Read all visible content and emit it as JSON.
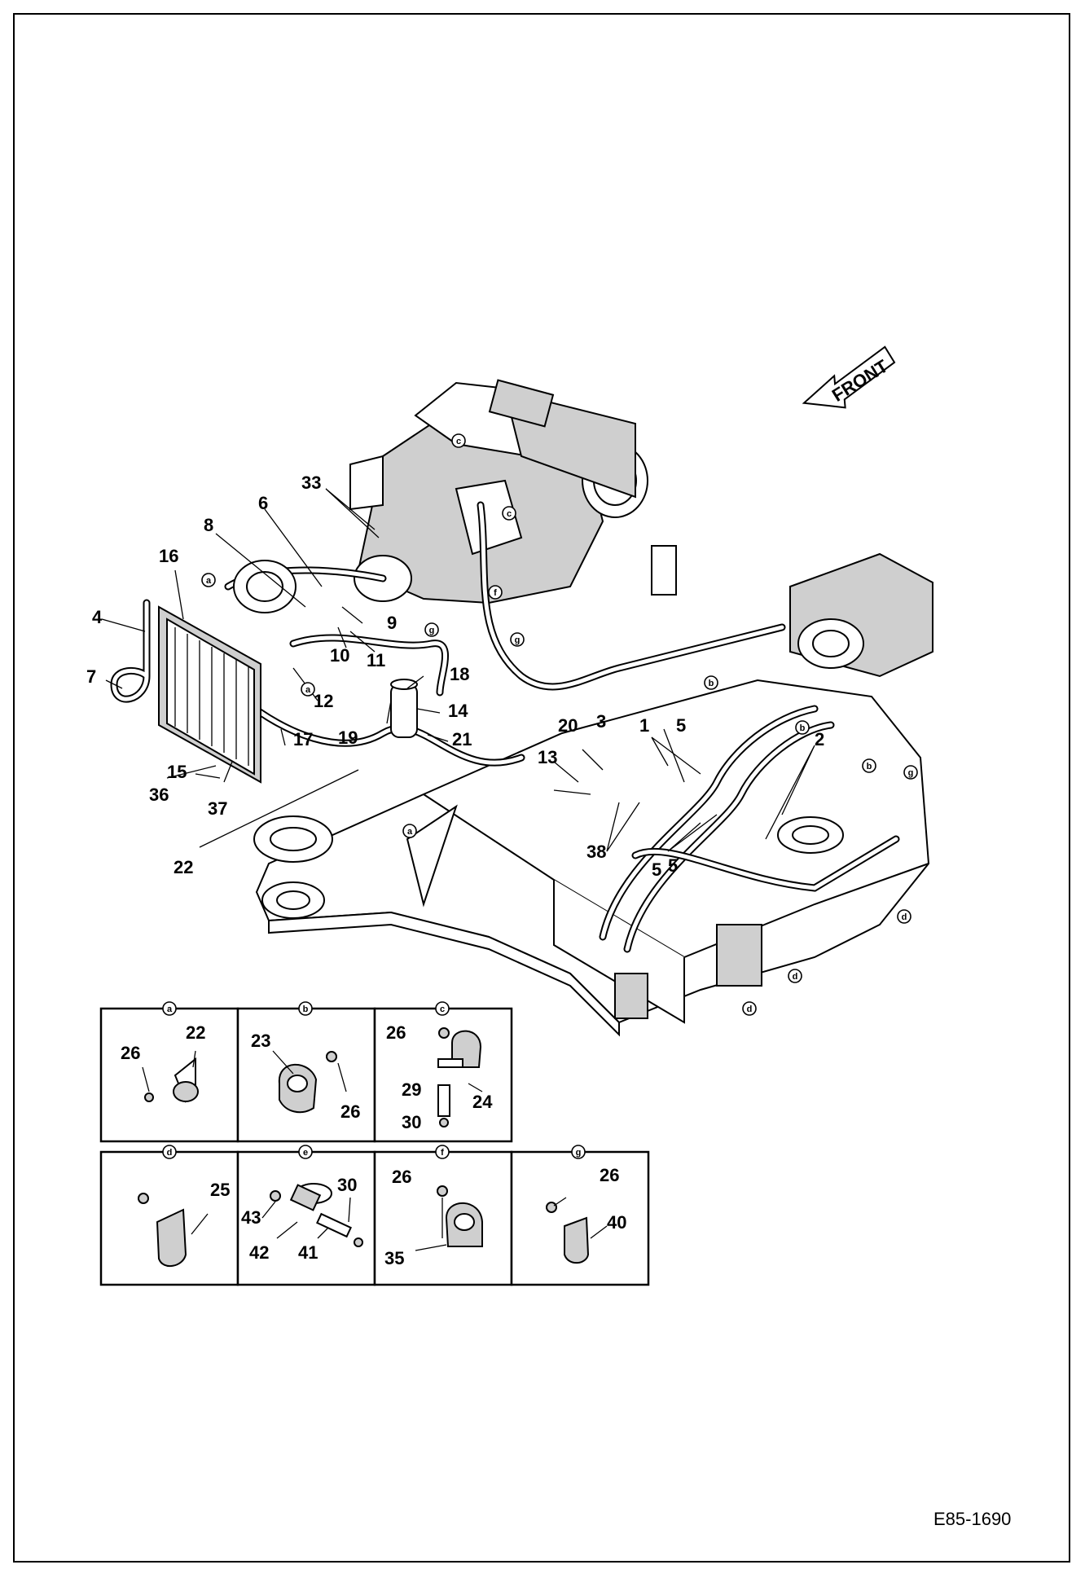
{
  "diagram": {
    "front_arrow_label": "FRONT",
    "reference_code": "E85-1690",
    "callouts": [
      "1",
      "2",
      "3",
      "4",
      "5",
      "5",
      "5",
      "6",
      "7",
      "8",
      "9",
      "10",
      "11",
      "12",
      "13",
      "14",
      "15",
      "16",
      "17",
      "18",
      "19",
      "20",
      "21",
      "22",
      "33",
      "36",
      "37",
      "38"
    ],
    "detail_panels": [
      {
        "tag": "a",
        "labels": [
          "26",
          "22"
        ]
      },
      {
        "tag": "b",
        "labels": [
          "23",
          "26"
        ]
      },
      {
        "tag": "c",
        "labels": [
          "26",
          "29",
          "30",
          "24"
        ]
      },
      {
        "tag": "d",
        "labels": [
          "25"
        ]
      },
      {
        "tag": "e",
        "labels": [
          "43",
          "30",
          "42",
          "41"
        ]
      },
      {
        "tag": "f",
        "labels": [
          "26",
          "35"
        ]
      },
      {
        "tag": "g",
        "labels": [
          "26",
          "40"
        ]
      }
    ],
    "main_tags": [
      "a",
      "a",
      "a",
      "b",
      "b",
      "b",
      "c",
      "c",
      "d",
      "d",
      "d",
      "f",
      "g",
      "g",
      "g"
    ]
  }
}
